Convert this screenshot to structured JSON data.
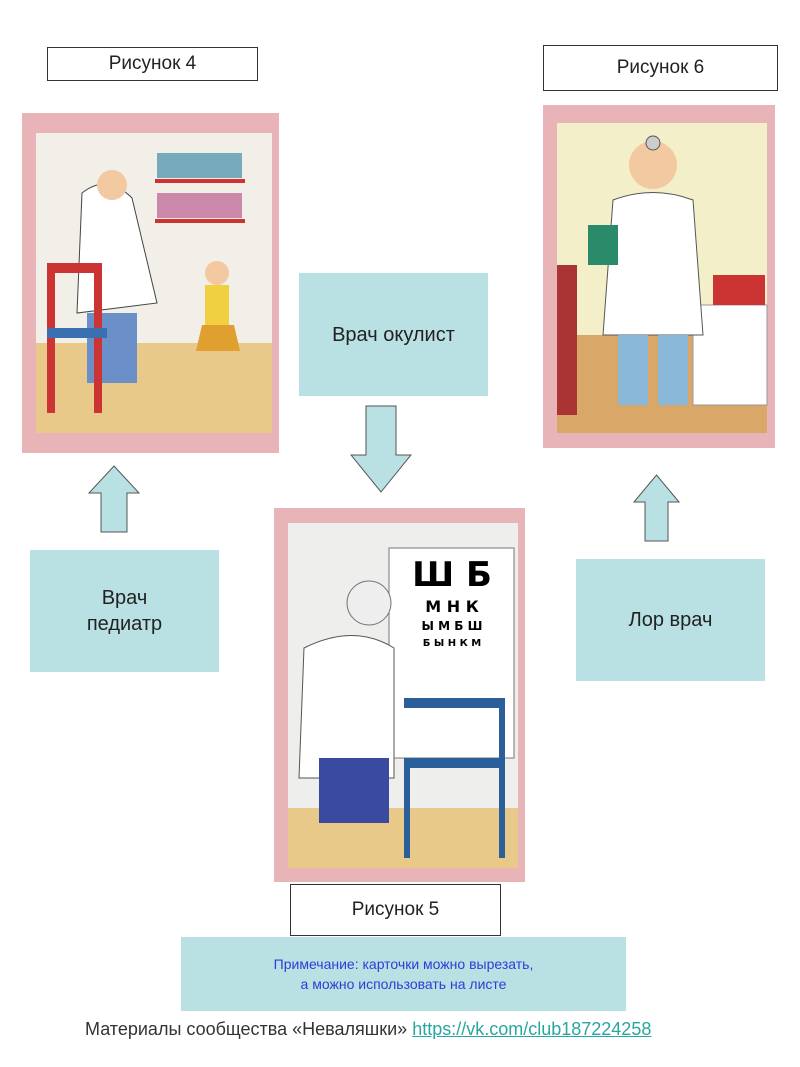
{
  "labels": {
    "fig4": "Рисунок 4",
    "fig5": "Рисунок 5",
    "fig6": "Рисунок 6"
  },
  "boxes": {
    "oculist": "Врач окулист",
    "pediatrician_line1": "Врач",
    "pediatrician_line2": "педиатр",
    "ent": "Лор врач"
  },
  "eye_chart": [
    "Ш Б",
    "М Н К",
    "Ы М Б Ш",
    "Б Ы Н К М"
  ],
  "note": {
    "line1": "Примечание: карточки можно вырезать,",
    "line2": "а можно использовать на листе"
  },
  "footer": {
    "text": "Материалы сообщества «Неваляшки» ",
    "link": "https://vk.com/club187224258"
  },
  "colors": {
    "box": "#b9e0e3",
    "note_text": "#2a3fd6",
    "link": "#2aa6a0",
    "frame": "#e8b4b8"
  }
}
